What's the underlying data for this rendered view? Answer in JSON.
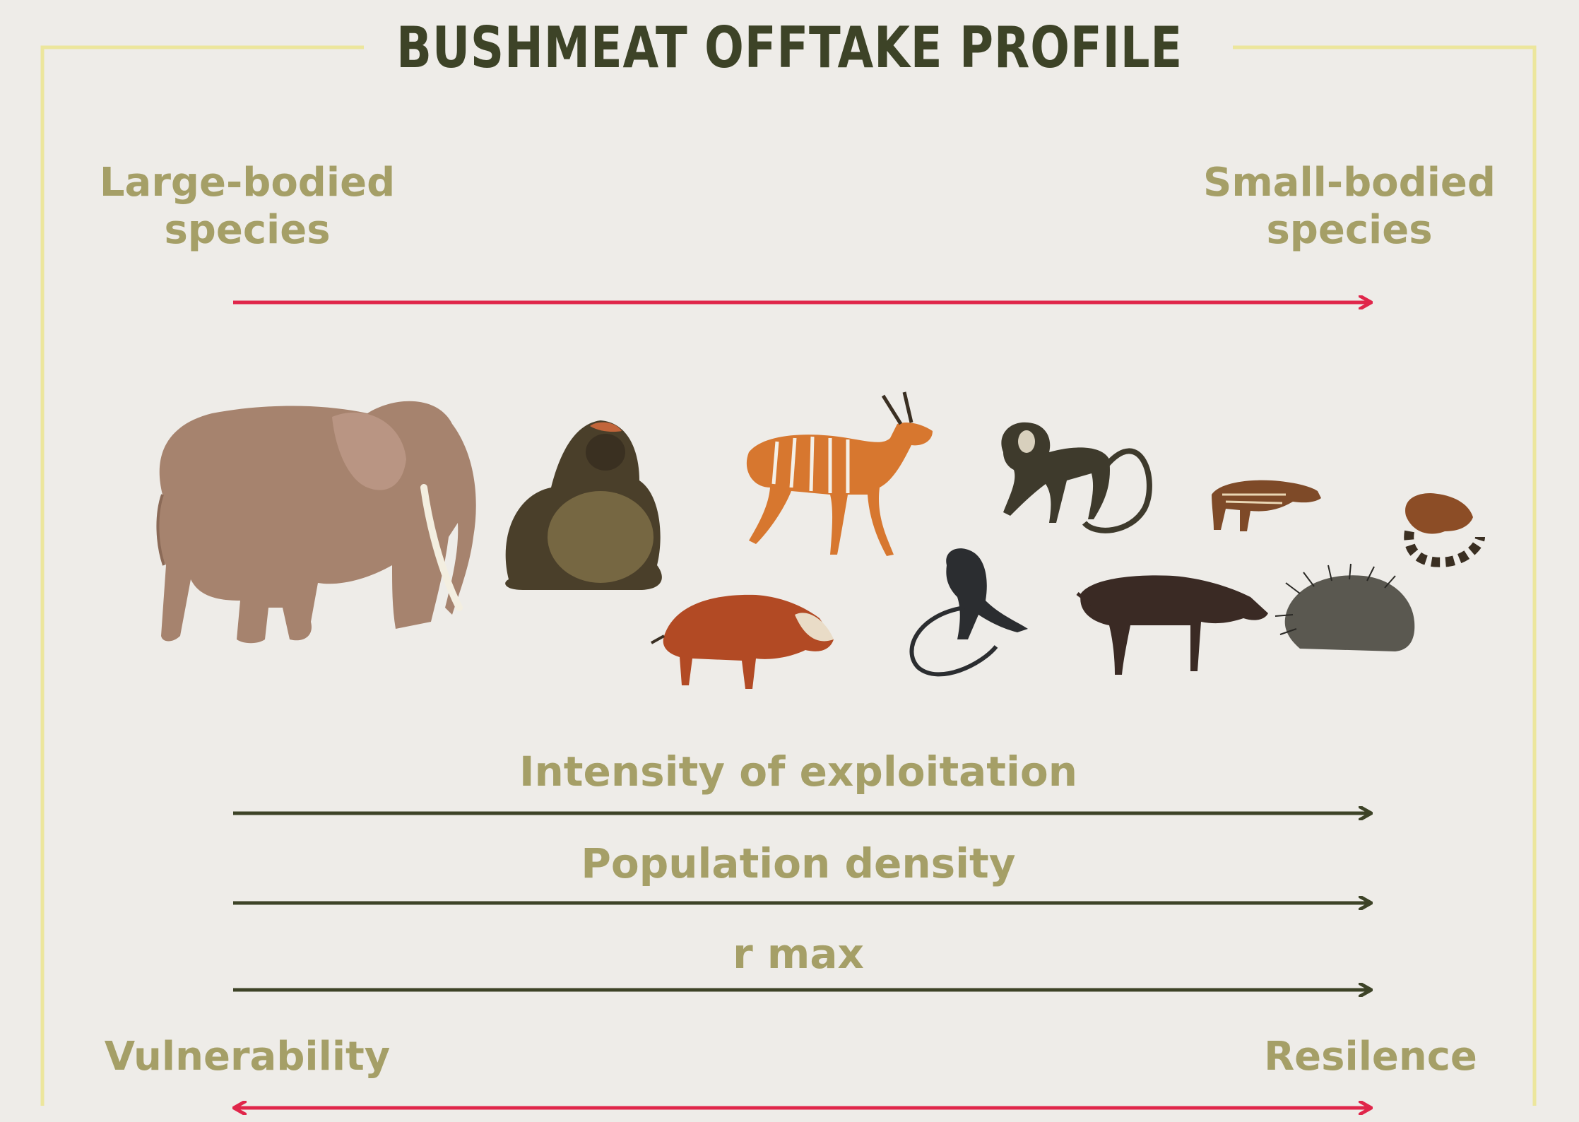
{
  "title": "BUSHMEAT OFFTAKE PROFILE",
  "labels": {
    "large_bodied": "Large-bodied\nspecies",
    "small_bodied": "Small-bodied\nspecies",
    "intensity": "Intensity of exploitation",
    "population_density": "Population density",
    "r_max": "r max",
    "vulnerability": "Vulnerability",
    "resilence": "Resilence"
  },
  "animals": [
    "elephant",
    "gorilla",
    "bongo-antelope",
    "red-river-hog",
    "monkey",
    "colobus-monkey",
    "duiker",
    "water-chevrotain",
    "porcupine",
    "squirrel"
  ],
  "colors": {
    "background": "#eeece8",
    "frame": "#ece69c",
    "title": "#3d4327",
    "label": "#a59f67",
    "red_arrow": "#e0264a",
    "dark_arrow": "#3d4327"
  }
}
